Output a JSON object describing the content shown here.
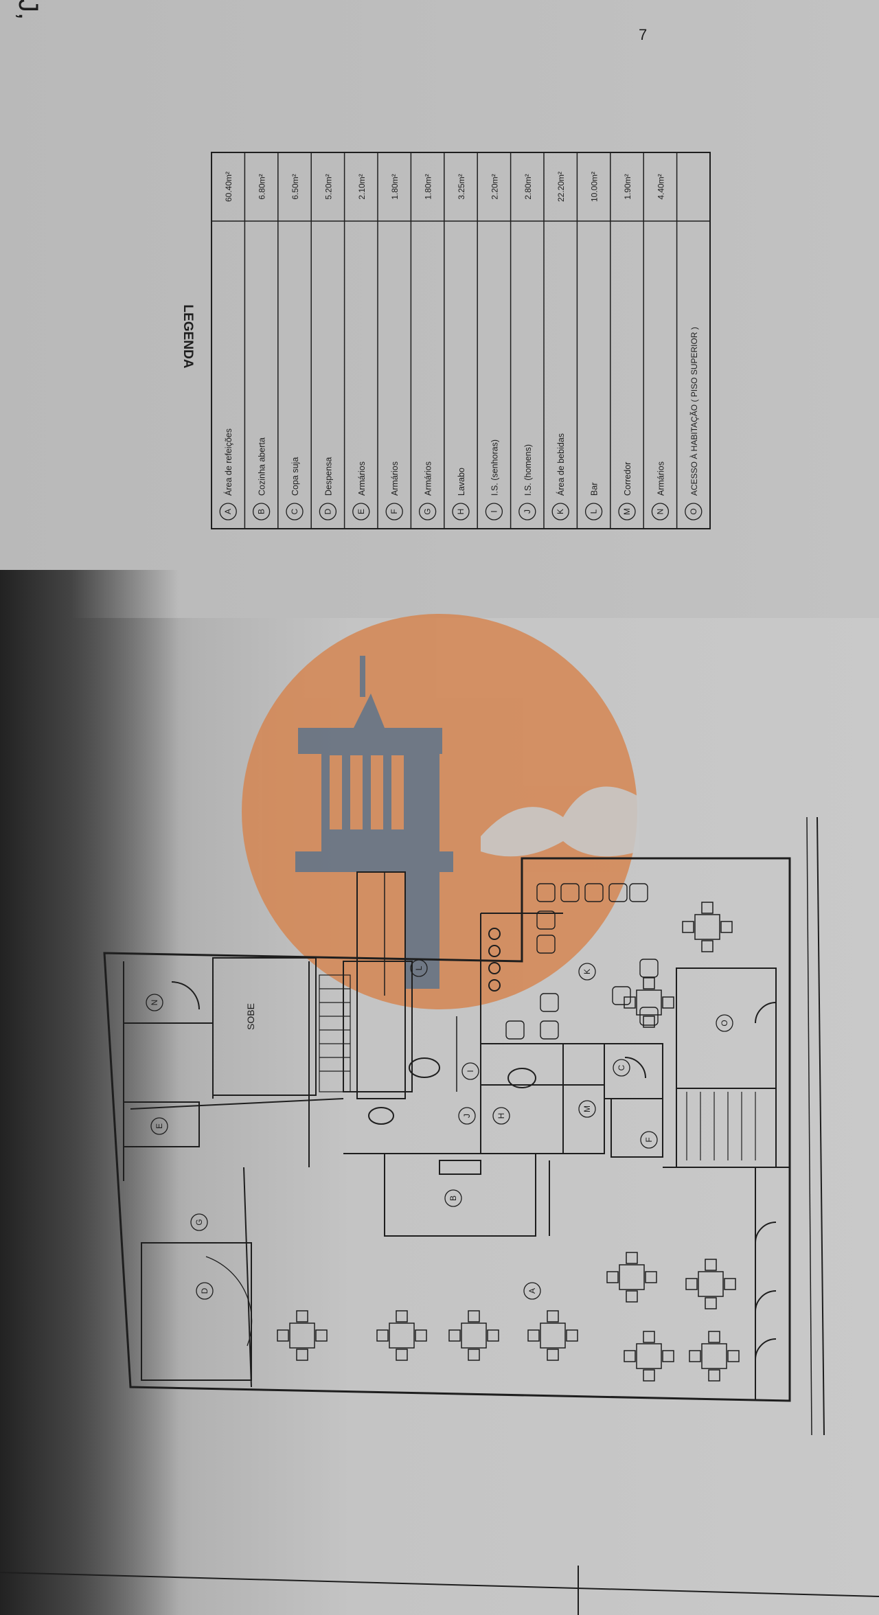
{
  "legend": {
    "title": "LEGENDA",
    "entries": [
      {
        "letter": "A",
        "name": "Área de refeições",
        "area": "60.40m²"
      },
      {
        "letter": "B",
        "name": "Cozinha aberta",
        "area": "6.80m²"
      },
      {
        "letter": "C",
        "name": "Copa suja",
        "area": "6.50m²"
      },
      {
        "letter": "D",
        "name": "Despensa",
        "area": "5.20m²"
      },
      {
        "letter": "E",
        "name": "Armários",
        "area": "2.10m²"
      },
      {
        "letter": "F",
        "name": "Armários",
        "area": "1.80m²"
      },
      {
        "letter": "G",
        "name": "Armários",
        "area": "1.80m²"
      },
      {
        "letter": "H",
        "name": "Lavabo",
        "area": "3.25m²"
      },
      {
        "letter": "I",
        "name": "I.S. (senhoras)",
        "area": "2.20m²"
      },
      {
        "letter": "J",
        "name": "I.S. (homens)",
        "area": "2.80m²"
      },
      {
        "letter": "K",
        "name": "Área de bebidas",
        "area": "22.20m²"
      },
      {
        "letter": "L",
        "name": "Bar",
        "area": "10.00m²"
      },
      {
        "letter": "M",
        "name": "Corredor",
        "area": "1.90m²"
      },
      {
        "letter": "N",
        "name": "Armários",
        "area": "4.40m²"
      },
      {
        "letter": "O",
        "name": "ACESSO À HABITAÇÃO ( PISO SUPERIOR )",
        "area": ""
      }
    ]
  },
  "plan": {
    "room_labels": [
      "A",
      "B",
      "C",
      "D",
      "E",
      "F",
      "G",
      "H",
      "I",
      "J",
      "K",
      "L",
      "M",
      "N",
      "O"
    ],
    "stair_note": "SOBE",
    "corner_mark": "7",
    "margin_scribble": "J,"
  },
  "colors": {
    "paper": "#c6c6c6",
    "ink": "#1e1e1e",
    "logo_orange": "#d6844e",
    "logo_slate": "#5d6878"
  },
  "icons": [
    "watermark-logo",
    "dining-table-icon",
    "door-swing-icon",
    "stair-icon",
    "toilet-icon",
    "sink-icon"
  ]
}
